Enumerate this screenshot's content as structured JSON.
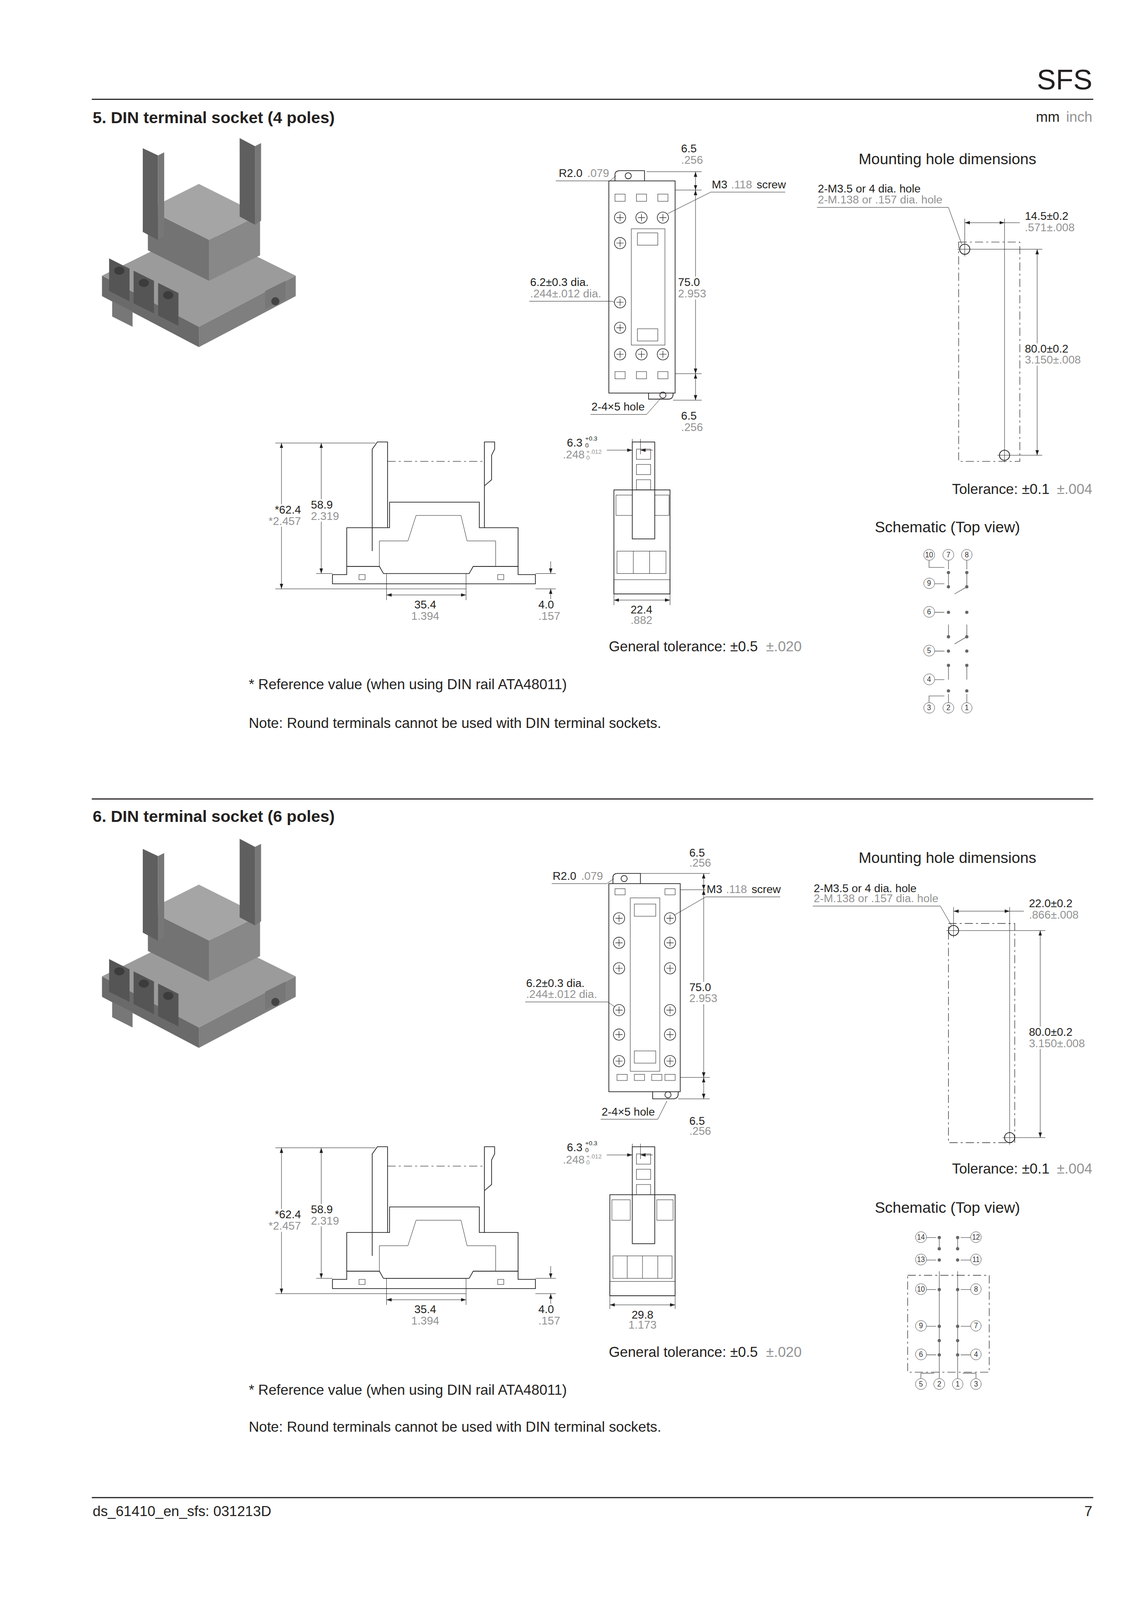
{
  "diagram": {
    "title": "SFS",
    "nodes": [
      {
        "text": [
          "10"
        ]
      },
      {
        "text": [
          "7"
        ]
      },
      {
        "text": [
          "8"
        ]
      },
      {
        "text": [
          "9"
        ]
      },
      {
        "text": [
          "6"
        ]
      },
      {
        "text": [
          "5"
        ]
      },
      {
        "text": [
          "4"
        ]
      },
      {
        "text": [
          "3"
        ]
      },
      {
        "text": [
          "2"
        ]
      },
      {
        "text": [
          "1"
        ]
      },
      {
        "text": [
          "14"
        ]
      },
      {
        "text": [
          "12"
        ]
      },
      {
        "text": [
          "13"
        ]
      },
      {
        "text": [
          "11"
        ]
      },
      {
        "text": [
          "10"
        ]
      },
      {
        "text": [
          "8"
        ]
      },
      {
        "text": [
          "9"
        ]
      },
      {
        "text": [
          "7"
        ]
      },
      {
        "text": [
          "6"
        ]
      },
      {
        "text": [
          "4"
        ]
      },
      {
        "text": [
          "5"
        ]
      },
      {
        "text": [
          "2"
        ]
      },
      {
        "text": [
          "1"
        ]
      },
      {
        "text": [
          "3"
        ]
      }
    ],
    "labels": [
      "5. DIN terminal socket (4 poles)",
      "mm",
      "inch",
      "6.5",
      ".256",
      "R2.0",
      ".079",
      "M3",
      ".118",
      "screw",
      "6.2±0.3 dia.",
      ".244±.012 dia.",
      "75.0",
      "2.953",
      "2-4×5 hole",
      "6.5",
      ".256",
      "Mounting hole dimensions",
      "2-M3.5 or 4 dia. hole",
      "2-M.138 or .157 dia. hole",
      "14.5±0.2",
      ".571±.008",
      "80.0±0.2",
      "3.150±.008",
      "*62.4",
      "*2.457",
      "58.9",
      "2.319",
      "6.3",
      "+0.3",
      "0",
      ".248",
      "+.012",
      "0",
      "35.4",
      "1.394",
      "4.0",
      ".157",
      "22.4",
      ".882",
      "Tolerance: ±0.1",
      "±.004",
      "Schematic (Top view)",
      "General tolerance: ±0.5",
      "±.020",
      "* Reference value (when using DIN rail ATA48011)",
      "Note: Round terminals cannot be used with DIN terminal sockets.",
      "6. DIN terminal socket (6 poles)",
      "6.5",
      ".256",
      "R2.0",
      ".079",
      "M3",
      ".118",
      "screw",
      "Mounting hole dimensions",
      "2-M3.5 or 4 dia. hole",
      "2-M.138 or .157 dia. hole",
      "22.0±0.2",
      ".866±.008",
      "6.2±0.3 dia.",
      ".244±.012 dia.",
      "75.0",
      "2.953",
      "80.0±0.2",
      "3.150±.008",
      "2-4×5 hole",
      "6.5",
      ".256",
      "6.3",
      "+0.3",
      "0",
      ".248",
      "+.012",
      "0",
      "Tolerance: ±0.1",
      "±.004",
      "Schematic (Top view)",
      "*62.4",
      "*2.457",
      "58.9",
      "2.319",
      "35.4",
      "1.394",
      "4.0",
      ".157",
      "29.8",
      "1.173",
      "General tolerance: ±0.5",
      "±.020",
      "* Reference value (when using DIN rail ATA48011)",
      "Note: Round terminals cannot be used with DIN terminal sockets.",
      "ds_61410_en_sfs: 031213D",
      "7"
    ]
  }
}
